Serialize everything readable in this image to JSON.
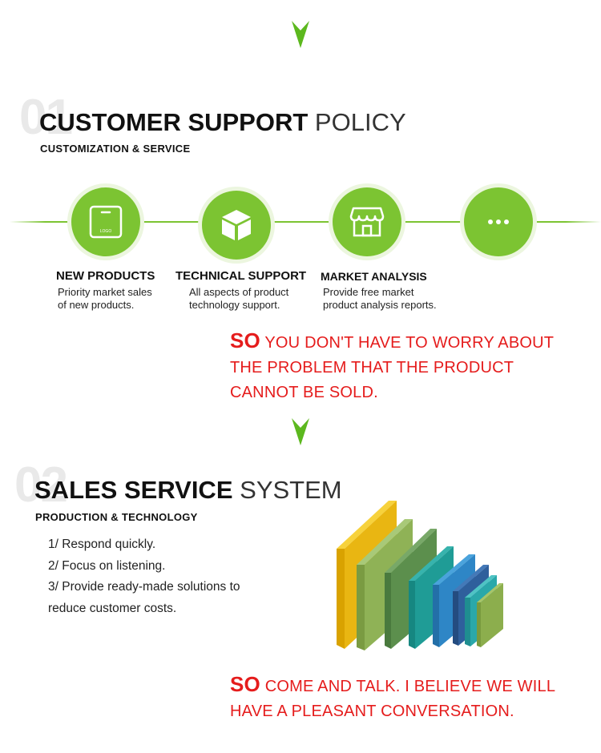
{
  "colors": {
    "accent": "#7cc432",
    "slogan": "#e51c1c",
    "numeral": "#e9e9e9"
  },
  "section1": {
    "number": "01",
    "title_bold": "CUSTOMER SUPPORT",
    "title_light": "POLICY",
    "subtitle": "CUSTOMIZATION & SERVICE",
    "features": [
      {
        "icon": "product-box-icon",
        "icon_text": "LOGO",
        "title": "NEW PRODUCTS",
        "desc1": "Priority market sales",
        "desc2": "of new products."
      },
      {
        "icon": "cube-icon",
        "title": "TECHNICAL SUPPORT",
        "desc1": "All aspects of product",
        "desc2": "technology support."
      },
      {
        "icon": "storefront-icon",
        "title": "MARKET ANALYSIS",
        "desc1": "Provide free market",
        "desc2": "product analysis reports."
      },
      {
        "icon": "more-dots-icon"
      }
    ],
    "slogan_so": "SO",
    "slogan_line1": "YOU DON'T HAVE TO WORRY ABOUT",
    "slogan_line2": "THE PROBLEM THAT THE PRODUCT",
    "slogan_line3": "CANNOT BE SOLD."
  },
  "section2": {
    "number": "02",
    "title_bold": "SALES SERVICE",
    "title_light": "SYSTEM",
    "subtitle": "PRODUCTION & TECHNOLOGY",
    "list": [
      "1/ Respond quickly.",
      "2/ Focus on listening.",
      "3/ Provide ready-made solutions to",
      "reduce customer costs."
    ],
    "slogan_so": "SO",
    "slogan_line1": "COME AND TALK. I BELIEVE WE WILL",
    "slogan_line2": "HAVE A PLEASANT CONVERSATION."
  }
}
